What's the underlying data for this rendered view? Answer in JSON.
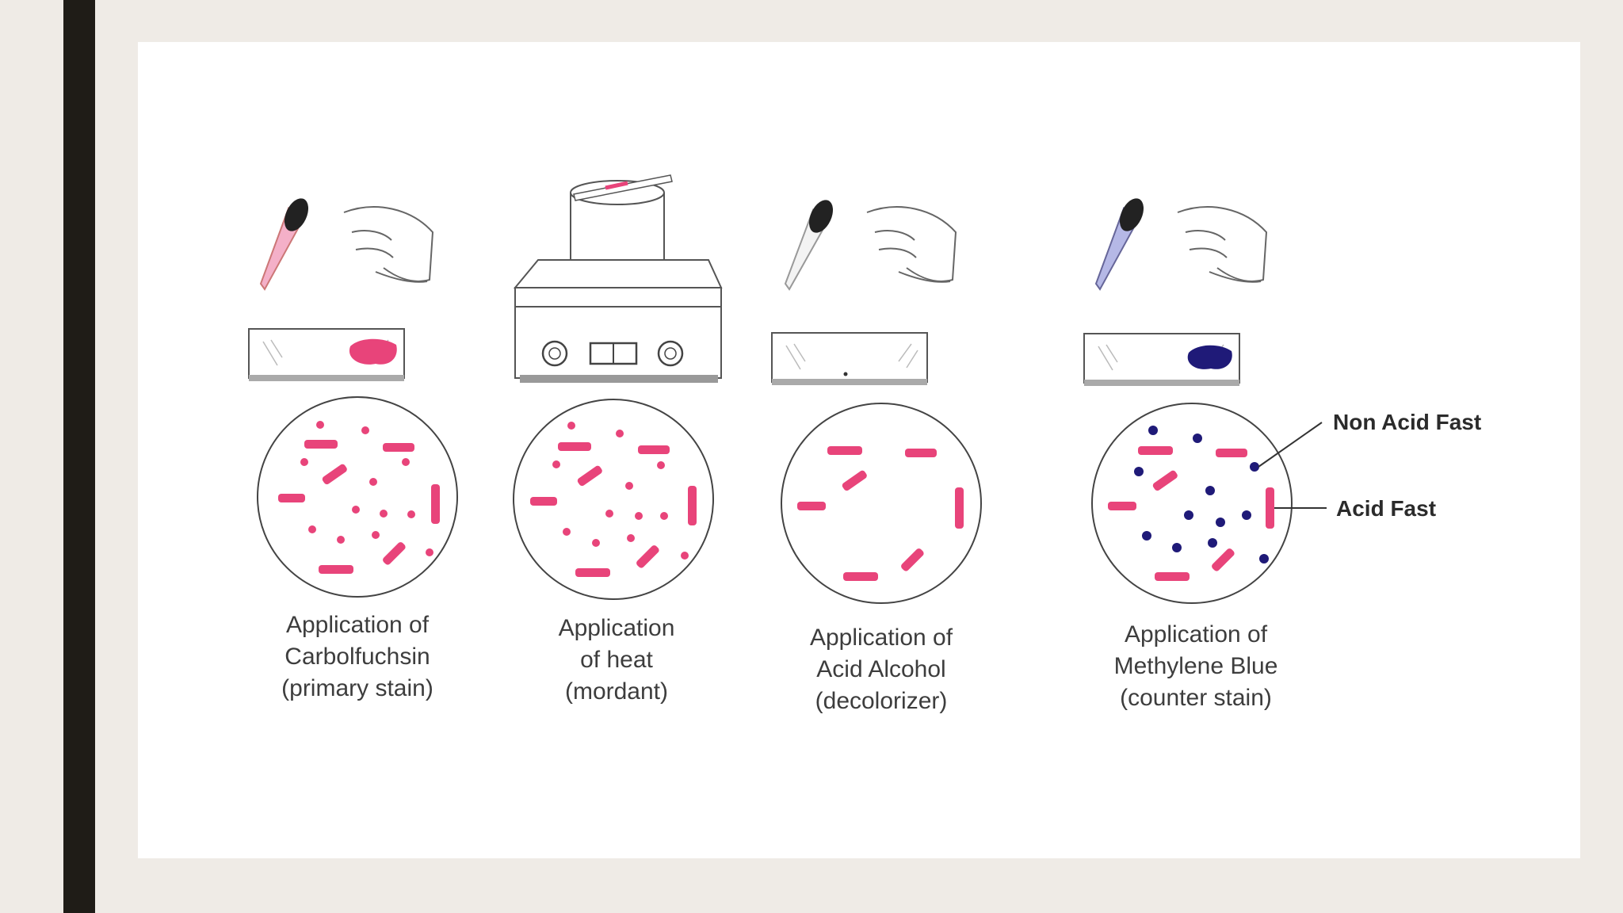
{
  "steps": [
    {
      "line1": "Application of",
      "line2": "Carbolfuchsin",
      "line3": "(primary stain)"
    },
    {
      "line1": "Application",
      "line2": "of heat",
      "line3": "(mordant)"
    },
    {
      "line1": "Application of",
      "line2": "Acid Alcohol",
      "line3": "(decolorizer)"
    },
    {
      "line1": "Application of",
      "line2": "Methylene Blue",
      "line3": "(counter stain)"
    }
  ],
  "legend": {
    "non_acid_fast": "Non Acid Fast",
    "acid_fast": "Acid Fast"
  },
  "colors": {
    "stain_pink": "#e8447a",
    "counter_blue": "#1f1a78",
    "outline": "#555555"
  }
}
